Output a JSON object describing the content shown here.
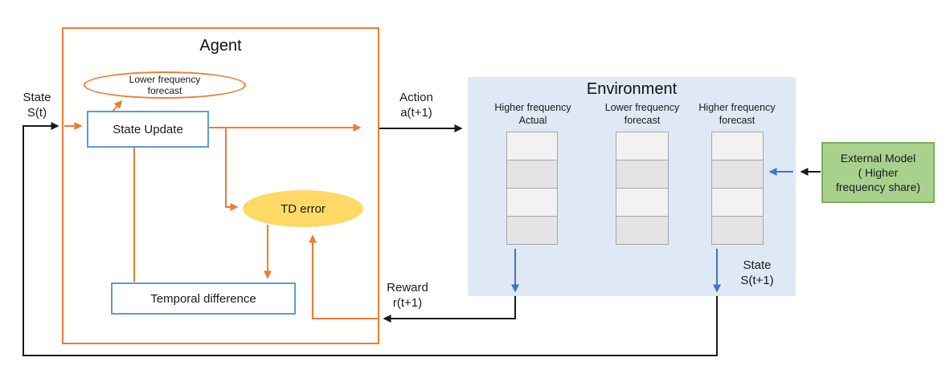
{
  "agent": {
    "title": "Agent",
    "forecast_ellipse": {
      "line1": "Lower frequency",
      "line2": "forecast"
    },
    "state_update_label": "State Update",
    "td_error_label": "TD error",
    "temporal_difference_label": "Temporal difference"
  },
  "environment": {
    "title": "Environment",
    "columns": [
      {
        "header_line1": "Higher frequency",
        "header_line2": "Actual"
      },
      {
        "header_line1": "Lower frequency",
        "header_line2": "forecast"
      },
      {
        "header_line1": "Higher frequency",
        "header_line2": "forecast"
      }
    ]
  },
  "external_model": {
    "line1": "External Model",
    "line2": "( Higher",
    "line3": "frequency share)"
  },
  "flow_labels": {
    "state_in": {
      "line1": "State",
      "line2": "S(t)"
    },
    "action": {
      "line1": "Action",
      "line2": "a(t+1)"
    },
    "reward": {
      "line1": "Reward",
      "line2": "r(t+1)"
    },
    "state_next": {
      "line1": "State",
      "line2": "S(t+1)"
    }
  },
  "colors": {
    "orange": "#ED7D31",
    "blue_box_border": "#5B9BD5",
    "arrow_blue": "#4472C4",
    "arrow_black": "#1A1A1A",
    "td_error_fill": "#FFD966",
    "environment_bg": "#DEE9F5",
    "external_model_fill": "#A9D18E",
    "external_model_border": "#7CAF5B",
    "cell_light": "#F2F2F2",
    "cell_dark": "#E4E4E4",
    "cell_border": "#A6A6A6"
  }
}
